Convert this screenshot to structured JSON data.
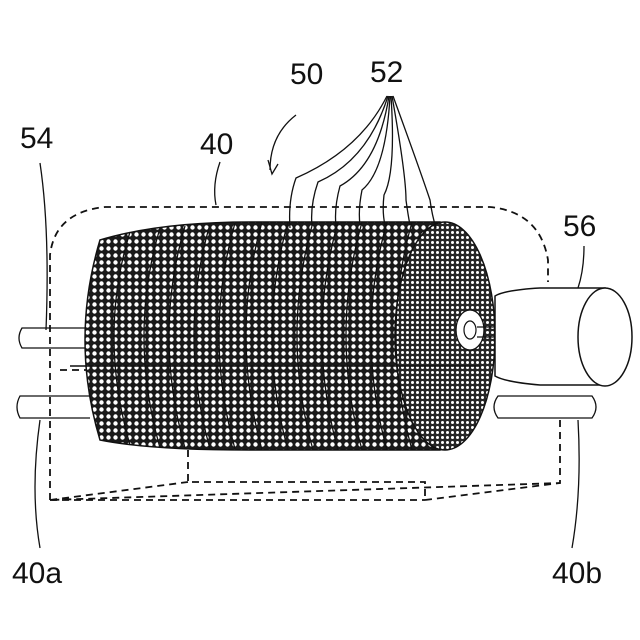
{
  "labels": {
    "assembly": "50",
    "sheets": "52",
    "rod_left": "54",
    "housing": "40",
    "motor": "56",
    "support_a": "40a",
    "support_b": "40b"
  }
}
